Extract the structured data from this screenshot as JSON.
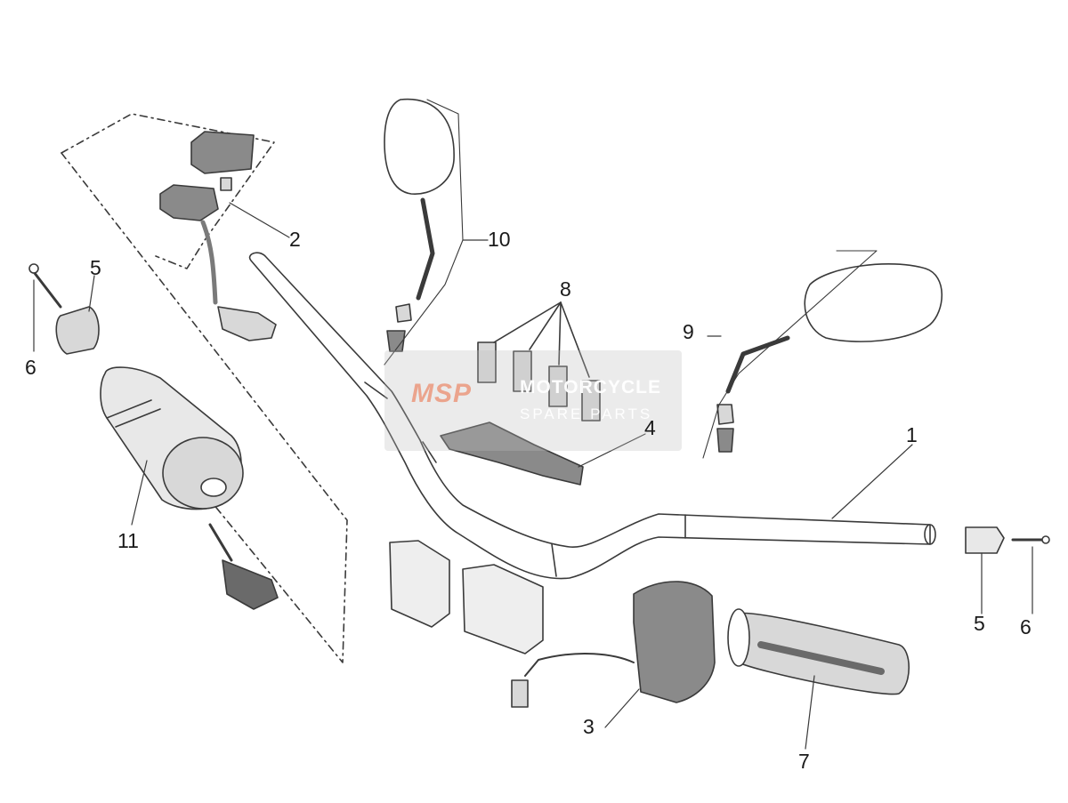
{
  "callouts": [
    {
      "id": "1",
      "text": "1"
    },
    {
      "id": "2",
      "text": "2"
    },
    {
      "id": "3",
      "text": "3"
    },
    {
      "id": "4",
      "text": "4"
    },
    {
      "id": "5a",
      "text": "5"
    },
    {
      "id": "5b",
      "text": "5"
    },
    {
      "id": "6a",
      "text": "6"
    },
    {
      "id": "6b",
      "text": "6"
    },
    {
      "id": "7",
      "text": "7"
    },
    {
      "id": "8",
      "text": "8"
    },
    {
      "id": "9",
      "text": "9"
    },
    {
      "id": "10",
      "text": "10"
    },
    {
      "id": "11",
      "text": "11"
    }
  ],
  "watermark": {
    "logo": "MSP",
    "line1": "MOTORCYCLE",
    "line2": "SPARE PARTS"
  },
  "colors": {
    "line": "#3a3a3a",
    "fill_dark": "#8a8a8a",
    "fill_light": "#d8d8d8"
  }
}
